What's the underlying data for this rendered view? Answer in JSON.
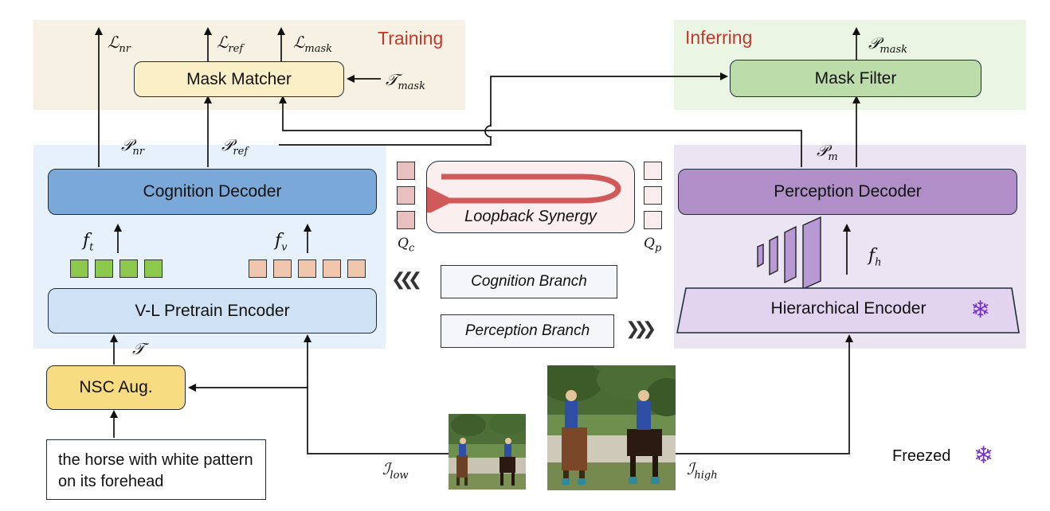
{
  "colors": {
    "training_bg": "#f7f1e3",
    "inferring_bg": "#eaf5e4",
    "cognition_bg": "#e6f1fc",
    "perception_bg": "#ebe4f2",
    "training_heading": "#c0392b",
    "inferring_heading": "#c0392b",
    "mask_matcher": "#fbefc7",
    "mask_filter": "#bcdcaa",
    "cognition_decoder": "#7aa8d8",
    "vl_encoder": "#cfe2f4",
    "nsc_aug": "#f8dc82",
    "perception_decoder": "#b08fc9",
    "hier_encoder": "#e2d3ee",
    "text_token": "#8cc84b",
    "visual_token": "#f0c7ac",
    "query_c": "#e8c0c0",
    "query_p": "#f8ecec",
    "loop_arrow": "#d05a5a",
    "snowflake": "#7a35c8"
  },
  "regions": {
    "training": {
      "heading": "Training"
    },
    "inferring": {
      "heading": "Inferring"
    }
  },
  "blocks": {
    "mask_matcher": "Mask Matcher",
    "mask_filter": "Mask Filter",
    "cognition_decoder": "Cognition Decoder",
    "vl_encoder": "V-L Pretrain Encoder",
    "nsc_aug": "NSC Aug.",
    "perception_decoder": "Perception Decoder",
    "hier_encoder": "Hierarchical Encoder",
    "loopback": "Loopback Synergy",
    "input_text": "the horse with white pattern on its forehead"
  },
  "branches": {
    "cognition": "Cognition Branch",
    "perception": "Perception Branch",
    "cognition_chevrons": "❮❮❮",
    "perception_chevrons": "❯❯❯"
  },
  "symbols": {
    "L_nr": {
      "base": "ℒ",
      "sub": "nr"
    },
    "L_ref": {
      "base": "ℒ",
      "sub": "ref"
    },
    "L_mask": {
      "base": "ℒ",
      "sub": "mask"
    },
    "T_mask": {
      "base": "𝒯",
      "sub": "mask"
    },
    "P_mask": {
      "base": "𝒫",
      "sub": "mask"
    },
    "P_nr": {
      "base": "𝒫",
      "sub": "nr"
    },
    "P_ref": {
      "base": "𝒫",
      "sub": "ref"
    },
    "P_m": {
      "base": "𝒫",
      "sub": "m"
    },
    "f_t": {
      "base": "f",
      "sub": "t"
    },
    "f_v": {
      "base": "f",
      "sub": "v"
    },
    "f_h": {
      "base": "f",
      "sub": "h"
    },
    "Q_c": {
      "base": "Q",
      "sub": "c"
    },
    "Q_p": {
      "base": "Q",
      "sub": "p"
    },
    "T": {
      "base": "𝒯",
      "sub": ""
    },
    "I_low": {
      "base": "ℐ",
      "sub": "low"
    },
    "I_high": {
      "base": "ℐ",
      "sub": "high"
    }
  },
  "legend": {
    "freezed": "Freezed",
    "snowflake_glyph": "❄"
  },
  "icons": [
    "snowflake-icon",
    "chevron-left-icon",
    "chevron-right-icon",
    "loop-arrow-icon",
    "horse-photo"
  ]
}
